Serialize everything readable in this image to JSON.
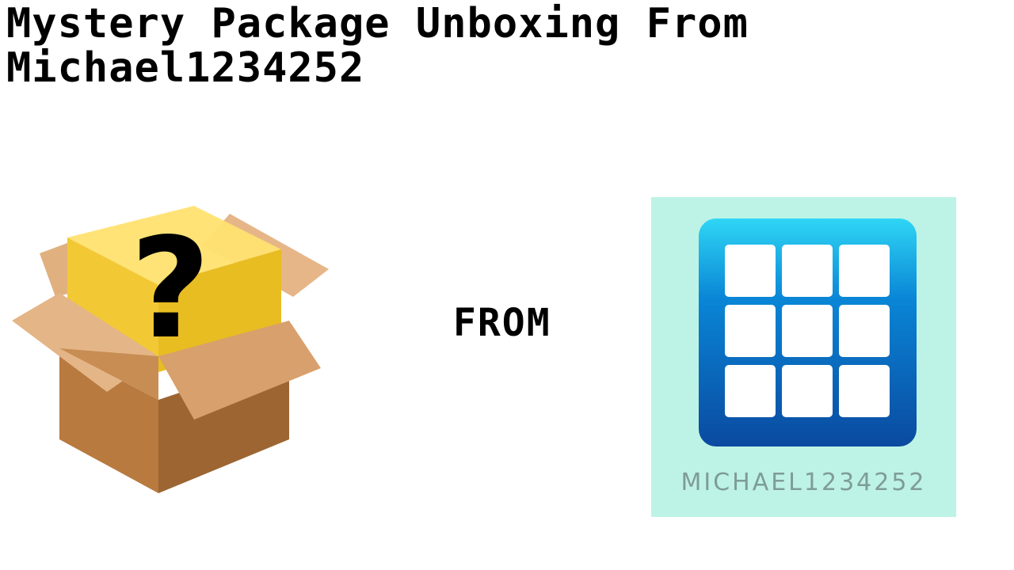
{
  "title": "Mystery Package Unboxing From Michael1234252",
  "from_label": "FROM",
  "logo": {
    "caption": "MICHAEL1234252",
    "panel_color": "#bdf3e6",
    "grid_rows": 3,
    "grid_cols": 3
  },
  "mystery_box": {
    "symbol": "?",
    "icon": "mystery-box-icon"
  }
}
